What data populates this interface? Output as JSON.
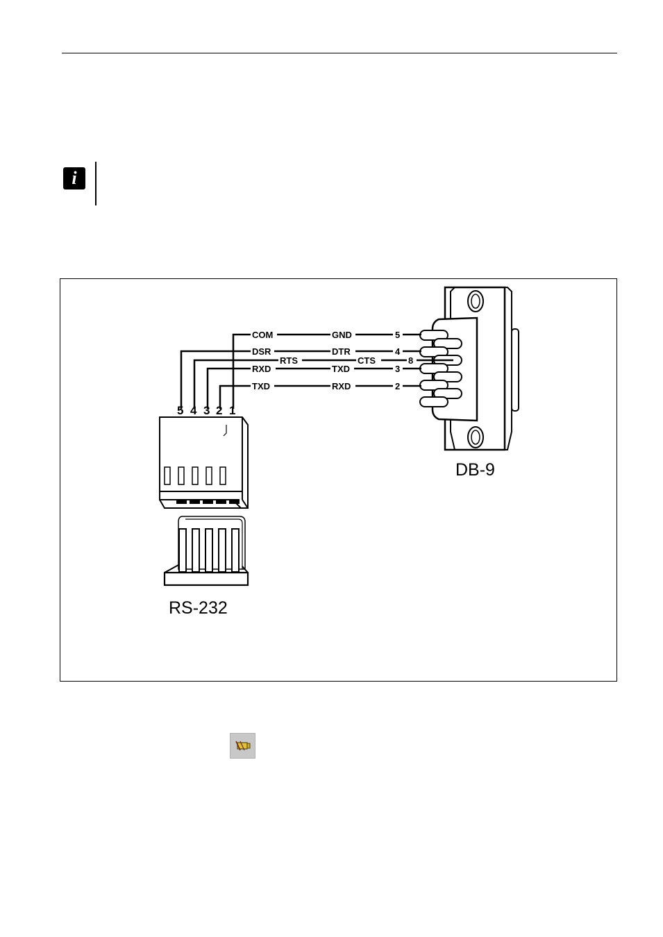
{
  "diagram": {
    "rs232_pins": [
      "5",
      "4",
      "3",
      "2",
      "1"
    ],
    "wires": [
      {
        "pin": "1",
        "left": "COM",
        "right": "GND",
        "db9": "5"
      },
      {
        "pin": "5",
        "left": "DSR",
        "right": "DTR",
        "db9": "4"
      },
      {
        "pin": "4",
        "left": "RTS",
        "right": "CTS",
        "db9": "8"
      },
      {
        "pin": "3",
        "left": "RXD",
        "right": "TXD",
        "db9": "3"
      },
      {
        "pin": "2",
        "left": "TXD",
        "right": "RXD",
        "db9": "2"
      }
    ],
    "db9_label": "DB-9",
    "rs232_label": "RS-232"
  },
  "icons": {
    "info": "info-icon",
    "info_glyph": "i",
    "toolbar": "connect-icon"
  }
}
